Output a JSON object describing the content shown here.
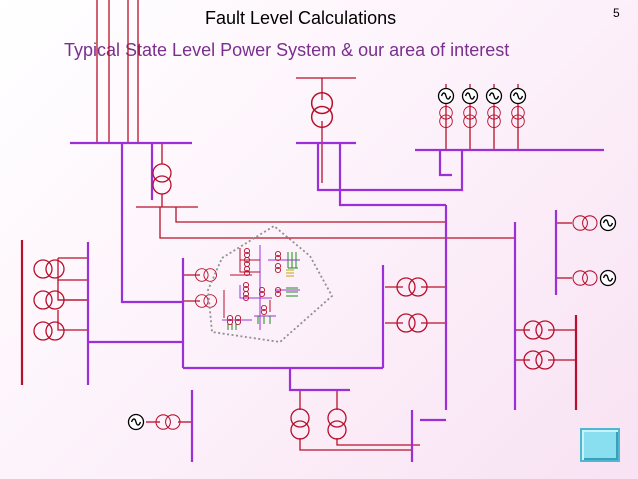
{
  "slide": {
    "title": "Fault Level Calculations",
    "subtitle": "Typical State Level Power System & our area of interest",
    "page_number": "5"
  },
  "colors": {
    "bus": "#9b30d9",
    "line": "#b8102b",
    "component": "#b8102b",
    "interest_boundary": "#909090",
    "detail_green": "#1f8a1f",
    "detail_gold": "#c9a400",
    "nav_button": "#89dff0"
  },
  "icons": {
    "generator": "generator-icon",
    "transformer": "transformer-icon",
    "navigation": "next-slide-button"
  }
}
